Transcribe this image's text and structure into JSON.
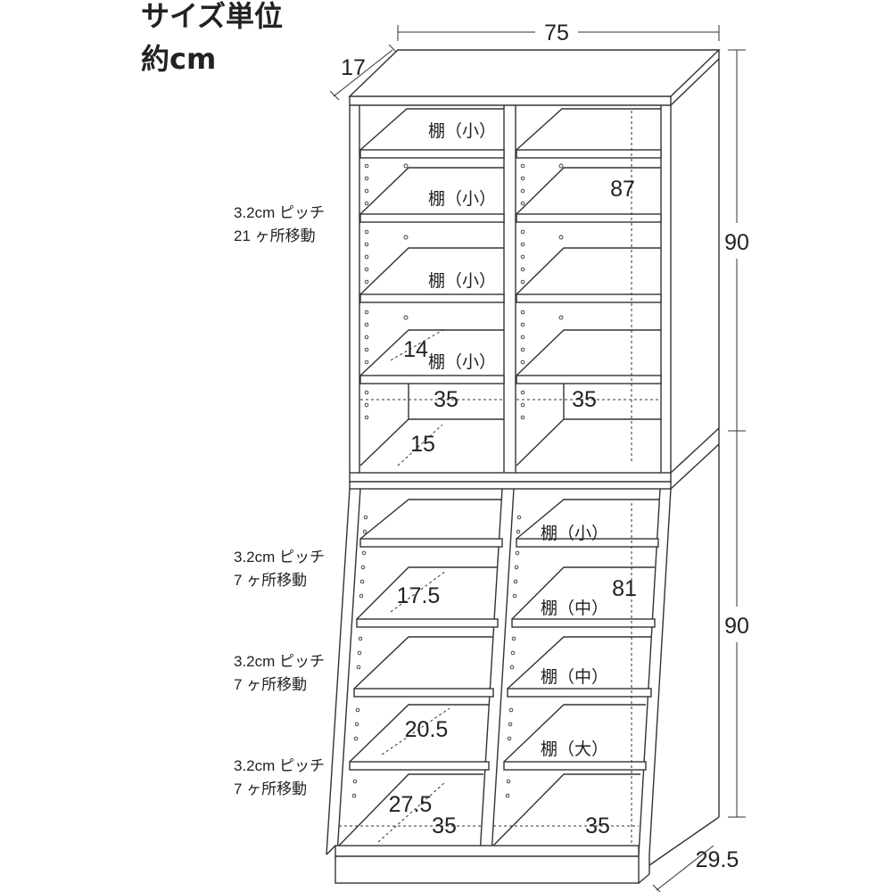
{
  "header": {
    "title": "サイズ単位",
    "unit": "約cm"
  },
  "notes": {
    "upper": {
      "line1": "3.2cm ピッチ",
      "line2": "21 ヶ所移動"
    },
    "lower1": {
      "line1": "3.2cm ピッチ",
      "line2": "7 ヶ所移動"
    },
    "lower2": {
      "line1": "3.2cm ピッチ",
      "line2": "7 ヶ所移動"
    },
    "lower3": {
      "line1": "3.2cm ピッチ",
      "line2": "7 ヶ所移動"
    }
  },
  "dimensions": {
    "width": "75",
    "top_depth": "17",
    "upper_height": "90",
    "lower_height": "90",
    "bottom_depth": "29.5",
    "upper_inner_height": "87",
    "lower_inner_height": "81",
    "upper_shelf_depth": "14",
    "upper_bottom_depth": "15",
    "upper_left_width": "35",
    "upper_right_width": "35",
    "lower_depth_1": "17.5",
    "lower_depth_2": "20.5",
    "lower_depth_3": "27.5",
    "lower_left_width": "35",
    "lower_right_width": "35"
  },
  "shelf_labels": {
    "upper": [
      "棚（小）",
      "棚（小）",
      "棚（小）",
      "棚（小）"
    ],
    "lower": [
      "棚（小）",
      "棚（中）",
      "棚（中）",
      "棚（大）"
    ]
  }
}
